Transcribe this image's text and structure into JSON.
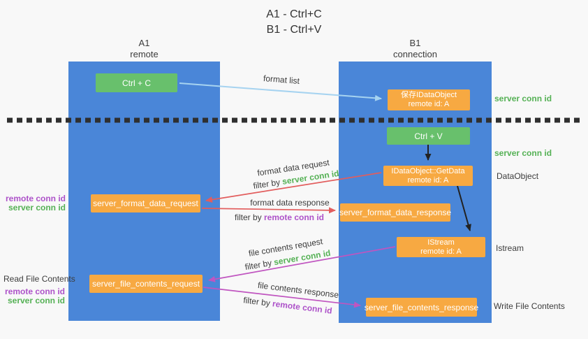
{
  "title": {
    "line1": "A1 - Ctrl+C",
    "line2": "B1 - Ctrl+V"
  },
  "columns": {
    "left": {
      "name": "A1",
      "subtitle": "remote"
    },
    "right": {
      "name": "B1",
      "subtitle": "connection"
    }
  },
  "boxes": {
    "ctrl_c": "Ctrl + C",
    "ctrl_v": "Ctrl + V",
    "save_idataobject": {
      "line1": "保存IDataObject",
      "line2": "remote id: A"
    },
    "getdata": {
      "line1": "IDataObject::GetData",
      "line2": "remote id: A"
    },
    "istream": {
      "line1": "IStream",
      "line2": "remote id: A"
    },
    "format_request": "server_format_data_request",
    "format_response": "server_format_data_response",
    "file_request": "server_file_contents_request",
    "file_response": "server_file_contents_response"
  },
  "arrow_labels": {
    "format_list": "format list",
    "format_data_request": "format data request",
    "format_data_response": "format data response",
    "file_contents_request": "file contents request",
    "file_contents_response": "file contents response"
  },
  "labels": {
    "filter_by": "filter by ",
    "server_conn_id": "server conn id",
    "remote_conn_id": "remote conn id",
    "dataobject": "DataObject",
    "istream": "Istream",
    "read_file_contents": "Read File Contents",
    "write_file_contents": "Write File Contents"
  },
  "colors": {
    "lifeline_blue": "#4a86d8",
    "box_green": "#68c06c",
    "box_orange": "#f7a942",
    "arrow_red": "#e25d5d",
    "arrow_magenta": "#c055c0",
    "arrow_light_blue": "#a6d3f0",
    "arrow_black": "#222222",
    "conn_id_green": "#55b155",
    "conn_id_purple": "#ad52c9",
    "text_dark": "#3c3c3c",
    "separator_dark": "#2f2f2f"
  }
}
